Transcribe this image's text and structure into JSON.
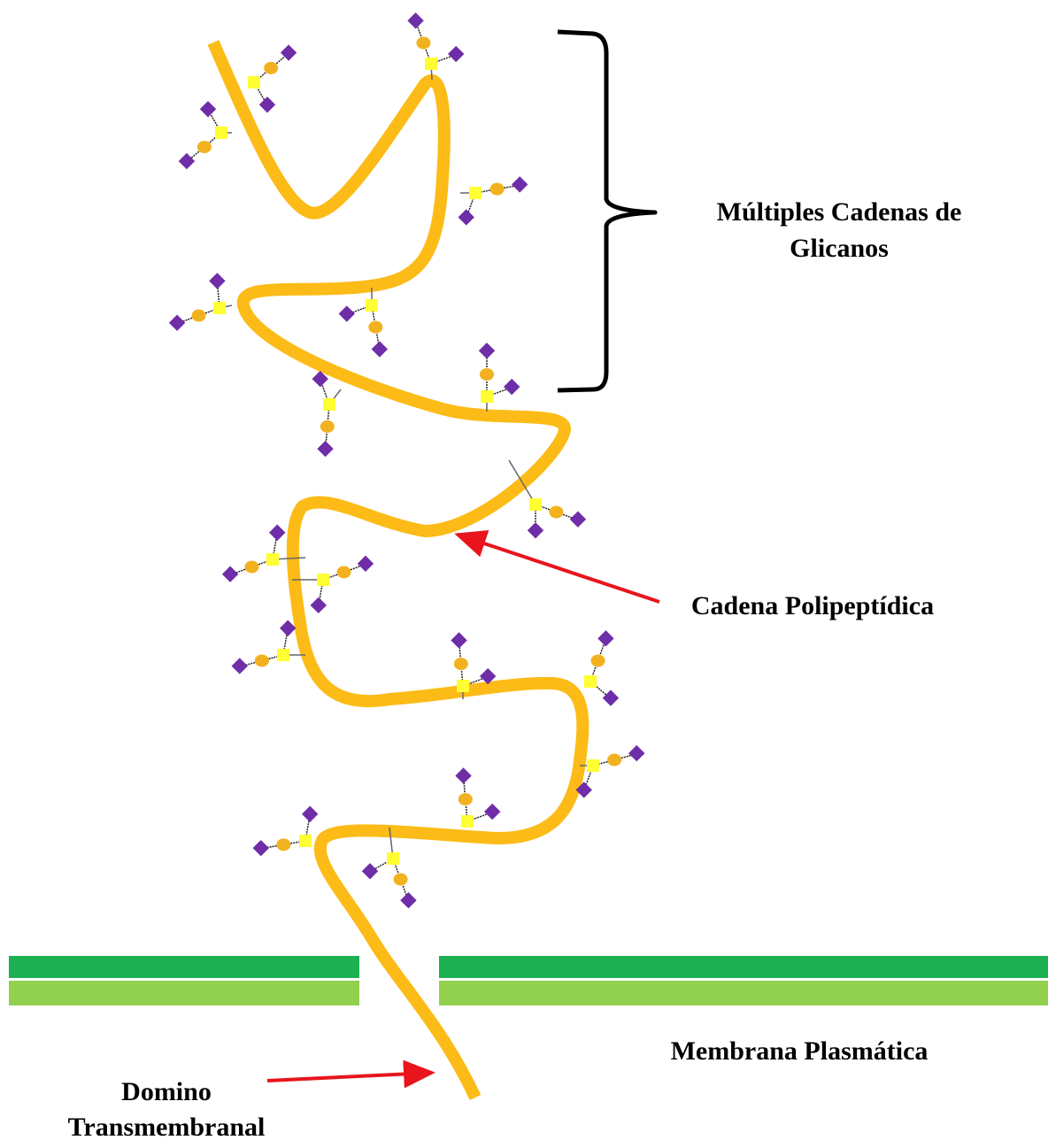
{
  "labels": {
    "glycans_line1": "Múltiples Cadenas de",
    "glycans_line2": "Glicanos",
    "polypeptide": "Cadena Polipeptídica",
    "membrane": "Membrana Plasmática",
    "transmembrane_line1": "Domino",
    "transmembrane_line2": "Transmembranal"
  },
  "colors": {
    "chain": "#FCBB16",
    "glycan_square": "#FFFF33",
    "glycan_circle": "#F2B21F",
    "glycan_diamond": "#6F2DA8",
    "membrane_outer": "#1DB053",
    "membrane_inner": "#92D050",
    "arrow": "#E8151C",
    "bracket": "#000000"
  },
  "icons": {
    "glycan_tree": "glycan-tree-icon",
    "arrow": "red-arrow-icon",
    "bracket": "curly-bracket-icon"
  }
}
